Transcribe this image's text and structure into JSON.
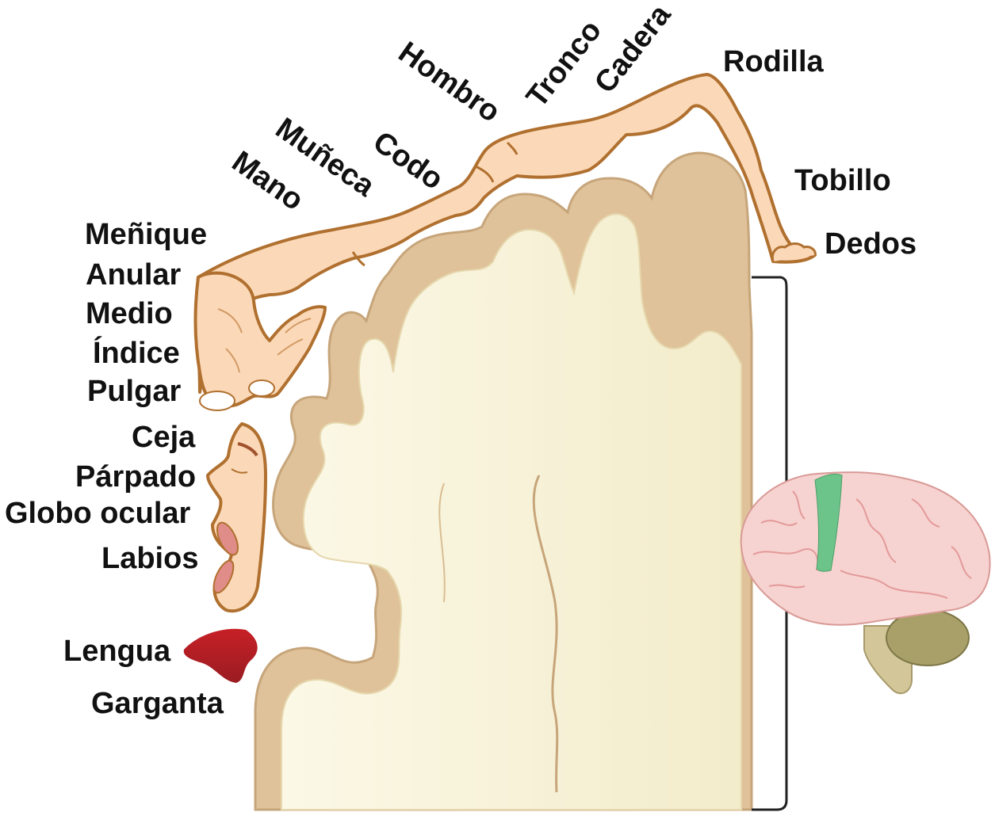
{
  "labels": {
    "cadera": "Cadera",
    "tronco": "Tronco",
    "hombro": "Hombro",
    "rodilla": "Rodilla",
    "codo": "Codo",
    "muneca": "Muñeca",
    "mano": "Mano",
    "tobillo": "Tobillo",
    "dedos": "Dedos",
    "menique": "Meñique",
    "anular": "Anular",
    "medio": "Medio",
    "indice": "Índice",
    "pulgar": "Pulgar",
    "ceja": "Ceja",
    "parpado": "Párpado",
    "globo_ocular": "Globo ocular",
    "labios": "Labios",
    "lengua": "Lengua",
    "garganta": "Garganta"
  },
  "colors": {
    "cortex_gray_matter": "#dfc29a",
    "cortex_outline": "#c7a57a",
    "white_matter": "#f7f3d8",
    "body_skin": "#fbd9b8",
    "body_outline": "#b0702f",
    "tongue": "#b82025",
    "brain_pink": "#f6d3d0",
    "brain_veins": "#e3999a",
    "motor_strip": "#6cc48a",
    "cerebellum": "#a8a068",
    "brainstem": "#d3c79a"
  }
}
